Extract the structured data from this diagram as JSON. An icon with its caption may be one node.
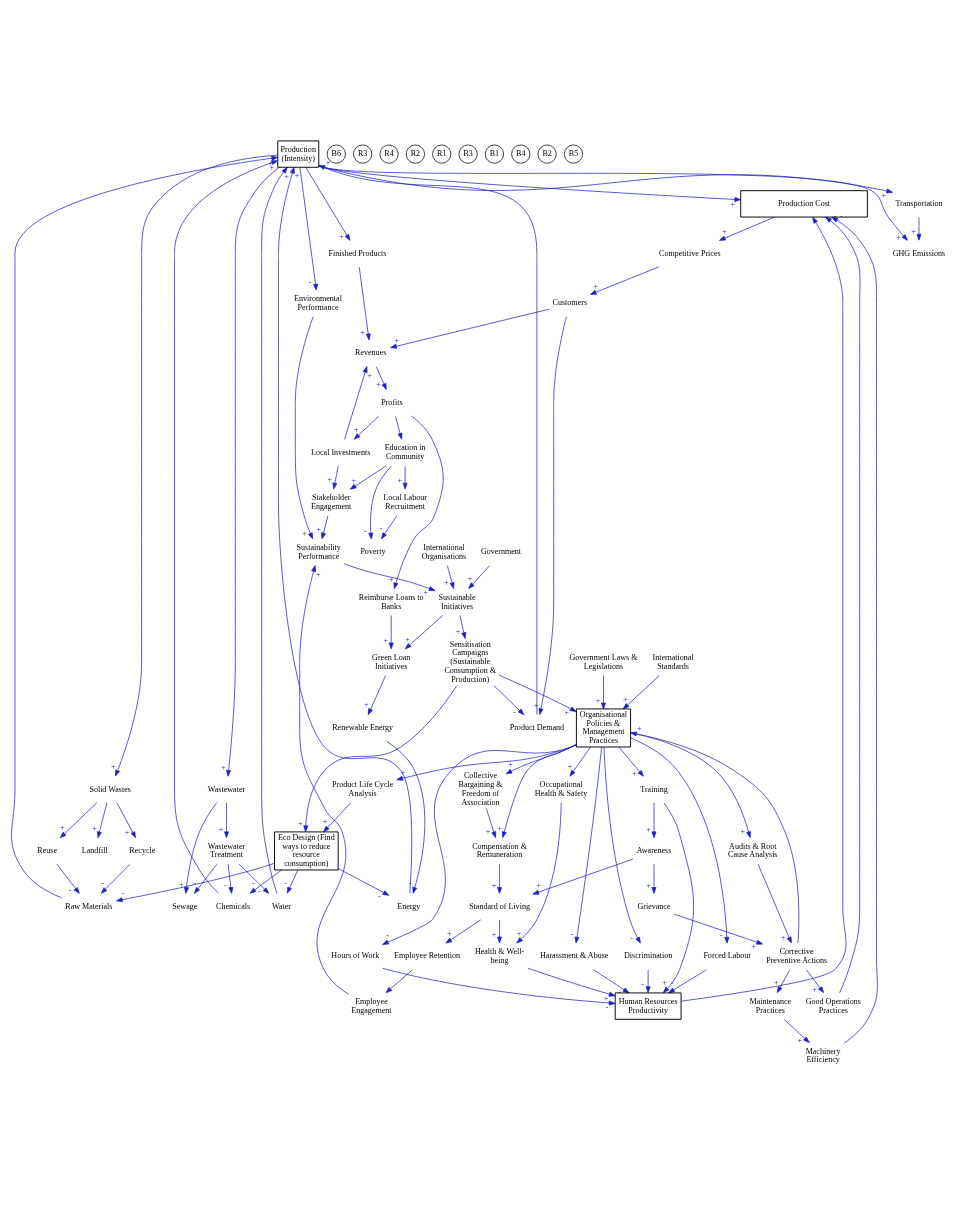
{
  "diagram": {
    "nodes": [
      {
        "text": [
          "Production (Intensity)"
        ]
      },
      {
        "text": [
          "Production Cost"
        ]
      },
      {
        "text": [
          "Human Resources Productivity"
        ]
      },
      {
        "text": [
          "Organisational Policies & Management Practices"
        ]
      },
      {
        "text": [
          "Eco Design (Find ways to reduce resource consumption)"
        ]
      },
      {
        "text": [
          "Sustainable Initiatives"
        ]
      },
      {
        "text": [
          "International Organisations"
        ]
      },
      {
        "text": [
          "Green Loan Initiatives"
        ]
      },
      {
        "text": [
          "Government"
        ]
      },
      {
        "text": [
          "Grievance"
        ]
      },
      {
        "text": [
          "Sensitisation Campaigns (Sustainable Consumption & Production)"
        ]
      },
      {
        "text": [
          "Reimburse Loans to Banks"
        ]
      },
      {
        "text": [
          "Local Labour Recruitment"
        ]
      },
      {
        "text": [
          "Poverty"
        ]
      },
      {
        "text": [
          "Education in Community"
        ]
      },
      {
        "text": [
          "Local Investments"
        ]
      },
      {
        "text": [
          "Awareness"
        ]
      },
      {
        "text": [
          "Collective Bargaining & Freedom of Association"
        ]
      },
      {
        "text": [
          "Compensation & Remuneration"
        ]
      },
      {
        "text": [
          "Corrective Preventive Actions"
        ]
      },
      {
        "text": [
          "Standard of Living"
        ]
      },
      {
        "text": [
          "Training"
        ]
      },
      {
        "text": [
          "Employee Retention"
        ]
      },
      {
        "text": [
          "Revenues"
        ]
      },
      {
        "text": [
          "Profits"
        ]
      },
      {
        "text": [
          "Stakeholder Engagement"
        ]
      },
      {
        "text": [
          "Sustainability Performance"
        ]
      },
      {
        "text": [
          "Employee Engagement"
        ]
      },
      {
        "text": [
          "Health & Well-being"
        ]
      },
      {
        "text": [
          "Occupational Health & Safety"
        ]
      },
      {
        "text": [
          "Audits & Root Cause Analysis"
        ]
      },
      {
        "text": [
          "Harassment & Abuse"
        ]
      },
      {
        "text": [
          "Discrimination"
        ]
      },
      {
        "text": [
          "Forced Labour"
        ]
      },
      {
        "text": [
          "Hours of Work"
        ]
      },
      {
        "text": [
          "Government Laws & Legislations"
        ]
      },
      {
        "text": [
          "International Standards"
        ]
      },
      {
        "text": [
          "Customers"
        ]
      },
      {
        "text": [
          "Competitive Prices"
        ]
      },
      {
        "text": [
          "Product Demand"
        ]
      },
      {
        "text": [
          "Finished Products"
        ]
      },
      {
        "text": [
          "Transportation"
        ]
      },
      {
        "text": [
          "GHG Emissions"
        ]
      },
      {
        "text": [
          "Environmental Performance"
        ]
      },
      {
        "text": [
          "Wastewater"
        ]
      },
      {
        "text": [
          "Sewage"
        ]
      },
      {
        "text": [
          "Wastewater Treatment"
        ]
      },
      {
        "text": [
          "Landfill"
        ]
      },
      {
        "text": [
          "Solid Wastes"
        ]
      },
      {
        "text": [
          "Reuse"
        ]
      },
      {
        "text": [
          "Recycle"
        ]
      },
      {
        "text": [
          "Raw Materials"
        ]
      },
      {
        "text": [
          "Chemicals"
        ]
      },
      {
        "text": [
          "Water"
        ]
      },
      {
        "text": [
          "Energy"
        ]
      },
      {
        "text": [
          "Machinery Efficiency"
        ]
      },
      {
        "text": [
          "Good Operations Practices"
        ]
      },
      {
        "text": [
          "Maintenance Practices"
        ]
      },
      {
        "text": [
          "Product Life Cycle Analysis"
        ]
      },
      {
        "text": [
          "Renewable Energy"
        ]
      }
    ],
    "edges": [
      {
        "from": 0,
        "to": 1,
        "arrow": "to",
        "label": "+"
      },
      {
        "from": 0,
        "to": 40,
        "arrow": "to",
        "label": "+"
      },
      {
        "from": 0,
        "to": 41,
        "arrow": "to",
        "label": "+"
      },
      {
        "from": 0,
        "to": 42,
        "arrow": "to",
        "label": "+"
      },
      {
        "from": 0,
        "to": 43,
        "arrow": "to",
        "label": "-"
      },
      {
        "from": 0,
        "to": 44,
        "arrow": "to",
        "label": "+"
      },
      {
        "from": 0,
        "to": 48,
        "arrow": "to",
        "label": "+"
      },
      {
        "from": 1,
        "to": 38,
        "arrow": "to",
        "label": "+"
      },
      {
        "from": 2,
        "to": 1,
        "arrow": "to"
      },
      {
        "from": 3,
        "to": 17,
        "arrow": "to",
        "label": "+"
      },
      {
        "from": 3,
        "to": 18,
        "arrow": "to",
        "label": "+"
      },
      {
        "from": 3,
        "to": 21,
        "arrow": "to",
        "label": "+"
      },
      {
        "from": 3,
        "to": 29,
        "arrow": "to",
        "label": "+"
      },
      {
        "from": 3,
        "to": 30,
        "arrow": "to",
        "label": "+"
      },
      {
        "from": 3,
        "to": 31,
        "arrow": "to",
        "label": "-"
      },
      {
        "from": 3,
        "to": 32,
        "arrow": "to",
        "label": "-"
      },
      {
        "from": 3,
        "to": 33,
        "arrow": "to",
        "label": "-"
      },
      {
        "from": 3,
        "to": 34,
        "arrow": "to",
        "label": "-"
      },
      {
        "from": 3,
        "to": 58,
        "arrow": "to",
        "label": "+"
      },
      {
        "from": 4,
        "to": 51,
        "arrow": "to",
        "label": "-"
      },
      {
        "from": 4,
        "to": 52,
        "arrow": "to",
        "label": "-"
      },
      {
        "from": 4,
        "to": 53,
        "arrow": "to",
        "label": "-"
      },
      {
        "from": 4,
        "to": 54,
        "arrow": "to",
        "label": "-"
      },
      {
        "from": 5,
        "to": 7,
        "arrow": "to",
        "label": "+"
      },
      {
        "from": 5,
        "to": 10,
        "arrow": "to",
        "label": "+"
      },
      {
        "from": 6,
        "to": 5,
        "arrow": "to",
        "label": "+"
      },
      {
        "from": 7,
        "to": 59,
        "arrow": "to",
        "label": "+"
      },
      {
        "from": 8,
        "to": 5,
        "arrow": "to",
        "label": "+"
      },
      {
        "from": 9,
        "to": 19,
        "arrow": "to",
        "label": "+"
      },
      {
        "from": 10,
        "to": 3,
        "arrow": "to",
        "label": "+"
      },
      {
        "from": 10,
        "to": 4,
        "arrow": "to",
        "label": "+"
      },
      {
        "from": 10,
        "to": 39,
        "arrow": "to",
        "label": "-"
      },
      {
        "from": 11,
        "to": 7,
        "arrow": "to",
        "label": "+"
      },
      {
        "from": 12,
        "to": 13,
        "arrow": "to",
        "label": "-"
      },
      {
        "from": 14,
        "to": 12,
        "arrow": "to",
        "label": "+"
      },
      {
        "from": 14,
        "to": 13,
        "arrow": "to",
        "label": "-"
      },
      {
        "from": 14,
        "to": 25,
        "arrow": "to",
        "label": "+"
      },
      {
        "from": 15,
        "to": 23,
        "arrow": "to",
        "label": "+"
      },
      {
        "from": 15,
        "to": 25,
        "arrow": "to",
        "label": "+"
      },
      {
        "from": 16,
        "to": 9,
        "arrow": "to",
        "label": "+"
      },
      {
        "from": 16,
        "to": 20,
        "arrow": "to",
        "label": "+"
      },
      {
        "from": 17,
        "to": 18,
        "arrow": "to",
        "label": "+"
      },
      {
        "from": 18,
        "to": 20,
        "arrow": "to",
        "label": "+"
      },
      {
        "from": 19,
        "to": 3,
        "arrow": "to",
        "label": "+"
      },
      {
        "from": 19,
        "to": 56,
        "arrow": "to",
        "label": "+"
      },
      {
        "from": 19,
        "to": 57,
        "arrow": "to",
        "label": "+"
      },
      {
        "from": 20,
        "to": 22,
        "arrow": "to",
        "label": "+"
      },
      {
        "from": 20,
        "to": 28,
        "arrow": "to",
        "label": "+"
      },
      {
        "from": 21,
        "to": 2,
        "arrow": "to",
        "label": "+"
      },
      {
        "from": 21,
        "to": 16,
        "arrow": "to",
        "label": "+"
      },
      {
        "from": 22,
        "to": 27,
        "arrow": "to"
      },
      {
        "from": 23,
        "to": 24,
        "arrow": "to",
        "label": "+"
      },
      {
        "from": 24,
        "to": 11,
        "arrow": "to",
        "label": "+"
      },
      {
        "from": 24,
        "to": 14,
        "arrow": "to"
      },
      {
        "from": 24,
        "to": 15,
        "arrow": "to",
        "label": "+"
      },
      {
        "from": 25,
        "to": 26,
        "arrow": "to",
        "label": "+"
      },
      {
        "from": 26,
        "to": 5,
        "arrow": "to",
        "label": "+"
      },
      {
        "from": 27,
        "to": 26,
        "arrow": "to",
        "label": "+"
      },
      {
        "from": 28,
        "to": 2,
        "arrow": "to",
        "label": "+"
      },
      {
        "from": 29,
        "to": 28,
        "arrow": "to",
        "label": "+"
      },
      {
        "from": 30,
        "to": 19,
        "arrow": "to",
        "label": "+"
      },
      {
        "from": 31,
        "to": 2,
        "arrow": "to",
        "label": "-"
      },
      {
        "from": 32,
        "to": 2,
        "arrow": "to",
        "label": "-"
      },
      {
        "from": 33,
        "to": 2,
        "arrow": "to",
        "label": "-"
      },
      {
        "from": 34,
        "to": 2,
        "arrow": "to",
        "label": "-"
      },
      {
        "from": 35,
        "to": 3,
        "arrow": "to",
        "label": "+"
      },
      {
        "from": 36,
        "to": 3,
        "arrow": "to",
        "label": "+"
      },
      {
        "from": 37,
        "to": 23,
        "arrow": "to",
        "label": "+"
      },
      {
        "from": 37,
        "to": 39,
        "arrow": "to",
        "label": "+"
      },
      {
        "from": 38,
        "to": 37,
        "arrow": "to",
        "label": "+"
      },
      {
        "from": 39,
        "to": 0,
        "arrow": "to",
        "label": "+"
      },
      {
        "from": 40,
        "to": 23,
        "arrow": "to",
        "label": "+"
      },
      {
        "from": 41,
        "to": 42,
        "arrow": "to",
        "label": "+"
      },
      {
        "from": 43,
        "to": 26,
        "arrow": "to",
        "label": "+"
      },
      {
        "from": 44,
        "to": 45,
        "arrow": "to",
        "label": "+"
      },
      {
        "from": 44,
        "to": 46,
        "arrow": "to",
        "label": "+"
      },
      {
        "from": 46,
        "to": 45,
        "arrow": "to",
        "label": "-"
      },
      {
        "from": 46,
        "to": 52,
        "arrow": "to",
        "label": "-"
      },
      {
        "from": 46,
        "to": 53,
        "arrow": "to",
        "label": "-"
      },
      {
        "from": 48,
        "to": 47,
        "arrow": "to",
        "label": "+"
      },
      {
        "from": 48,
        "to": 49,
        "arrow": "to",
        "label": "+"
      },
      {
        "from": 48,
        "to": 50,
        "arrow": "to",
        "label": "+"
      },
      {
        "from": 49,
        "to": 51,
        "arrow": "to",
        "label": "-"
      },
      {
        "from": 50,
        "to": 51,
        "arrow": "to",
        "label": "-"
      },
      {
        "from": 51,
        "to": 0,
        "arrow": "to",
        "label": "+"
      },
      {
        "from": 52,
        "to": 0,
        "arrow": "to",
        "label": "+"
      },
      {
        "from": 53,
        "to": 0,
        "arrow": "to",
        "label": "+"
      },
      {
        "from": 54,
        "to": 0,
        "arrow": "to",
        "label": "+"
      },
      {
        "from": 55,
        "to": 1,
        "arrow": "to",
        "label": "-"
      },
      {
        "from": 56,
        "to": 1,
        "arrow": "to",
        "label": "-"
      },
      {
        "from": 57,
        "to": 55,
        "arrow": "to",
        "label": "+"
      },
      {
        "from": 58,
        "to": 4,
        "arrow": "to",
        "label": "+"
      },
      {
        "from": 59,
        "to": 54,
        "arrow": "to",
        "label": "-"
      }
    ],
    "labels": [
      "B6",
      "R3",
      "R4",
      "R2",
      "R1",
      "B3",
      "B1",
      "B4",
      "B2",
      "B5"
    ]
  }
}
